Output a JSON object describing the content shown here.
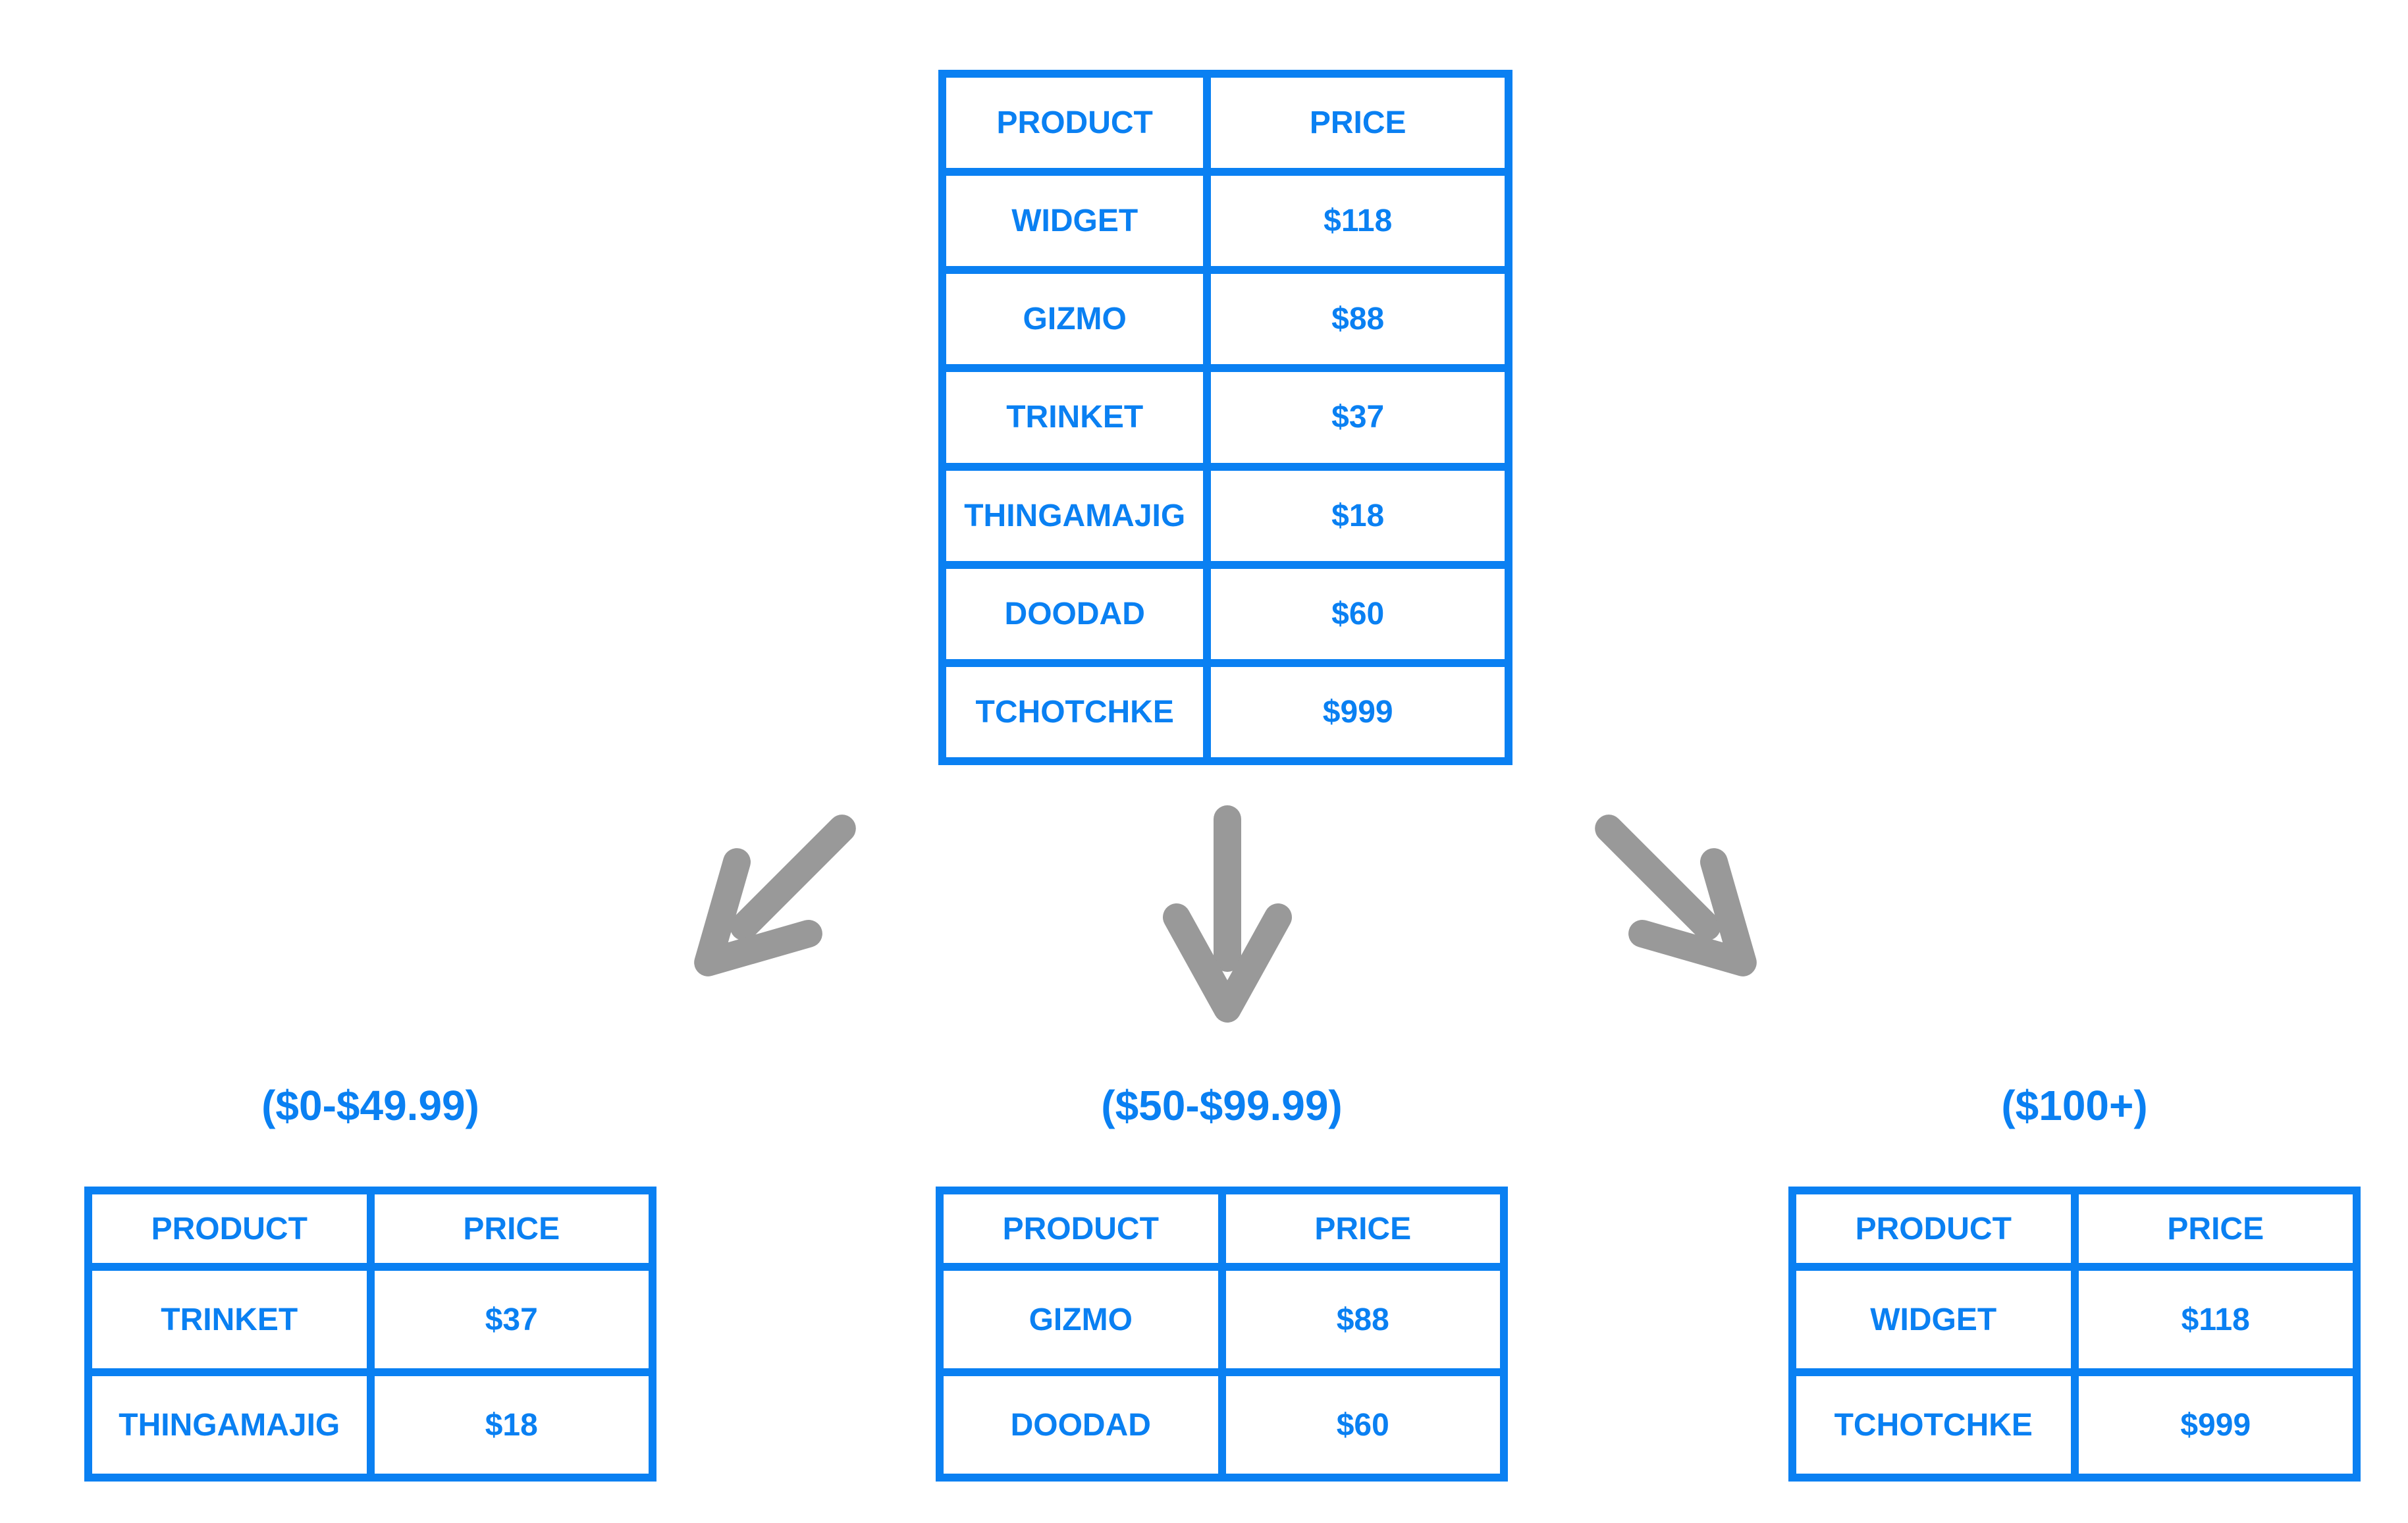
{
  "colors": {
    "accent_blue": "#0a80f2",
    "arrow_gray": "#999999",
    "background": "#ffffff"
  },
  "source_table": {
    "headers": [
      "PRODUCT",
      "PRICE"
    ],
    "rows": [
      [
        "WIDGET",
        "$118"
      ],
      [
        "GIZMO",
        "$88"
      ],
      [
        "TRINKET",
        "$37"
      ],
      [
        "THINGAMAJIG",
        "$18"
      ],
      [
        "DOODAD",
        "$60"
      ],
      [
        "TCHOTCHKE",
        "$999"
      ]
    ]
  },
  "arrows": [
    {
      "icon": "down-left-arrow-icon",
      "direction": "down-left"
    },
    {
      "icon": "down-arrow-icon",
      "direction": "down"
    },
    {
      "icon": "down-right-arrow-icon",
      "direction": "down-right"
    }
  ],
  "branches": [
    {
      "label": "($0-$49.99)",
      "headers": [
        "PRODUCT",
        "PRICE"
      ],
      "rows": [
        [
          "TRINKET",
          "$37"
        ],
        [
          "THINGAMAJIG",
          "$18"
        ]
      ]
    },
    {
      "label": "($50-$99.99)",
      "headers": [
        "PRODUCT",
        "PRICE"
      ],
      "rows": [
        [
          "GIZMO",
          "$88"
        ],
        [
          "DOODAD",
          "$60"
        ]
      ]
    },
    {
      "label": "($100+)",
      "headers": [
        "PRODUCT",
        "PRICE"
      ],
      "rows": [
        [
          "WIDGET",
          "$118"
        ],
        [
          "TCHOTCHKE",
          "$999"
        ]
      ]
    }
  ]
}
